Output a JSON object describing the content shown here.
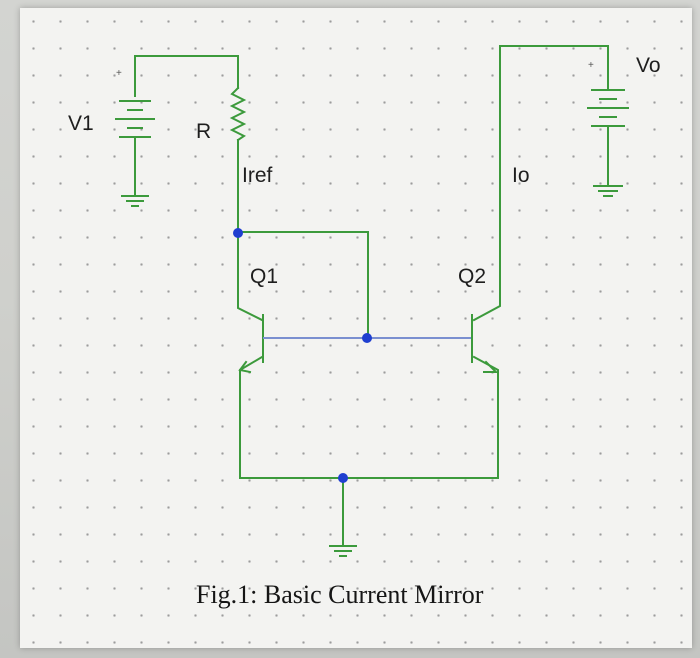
{
  "labels": {
    "v1": "V1",
    "r": "R",
    "iref": "Iref",
    "io": "Io",
    "q1": "Q1",
    "q2": "Q2",
    "vo": "Vo",
    "plus_v1": "+",
    "plus_vo": "+"
  },
  "caption": "Fig.1: Basic Current Mirror",
  "colors": {
    "wire": "#3c9a3c",
    "base_wire": "#7a8fd0",
    "node": "#1f3fd0",
    "background": "#f3f3f1"
  }
}
